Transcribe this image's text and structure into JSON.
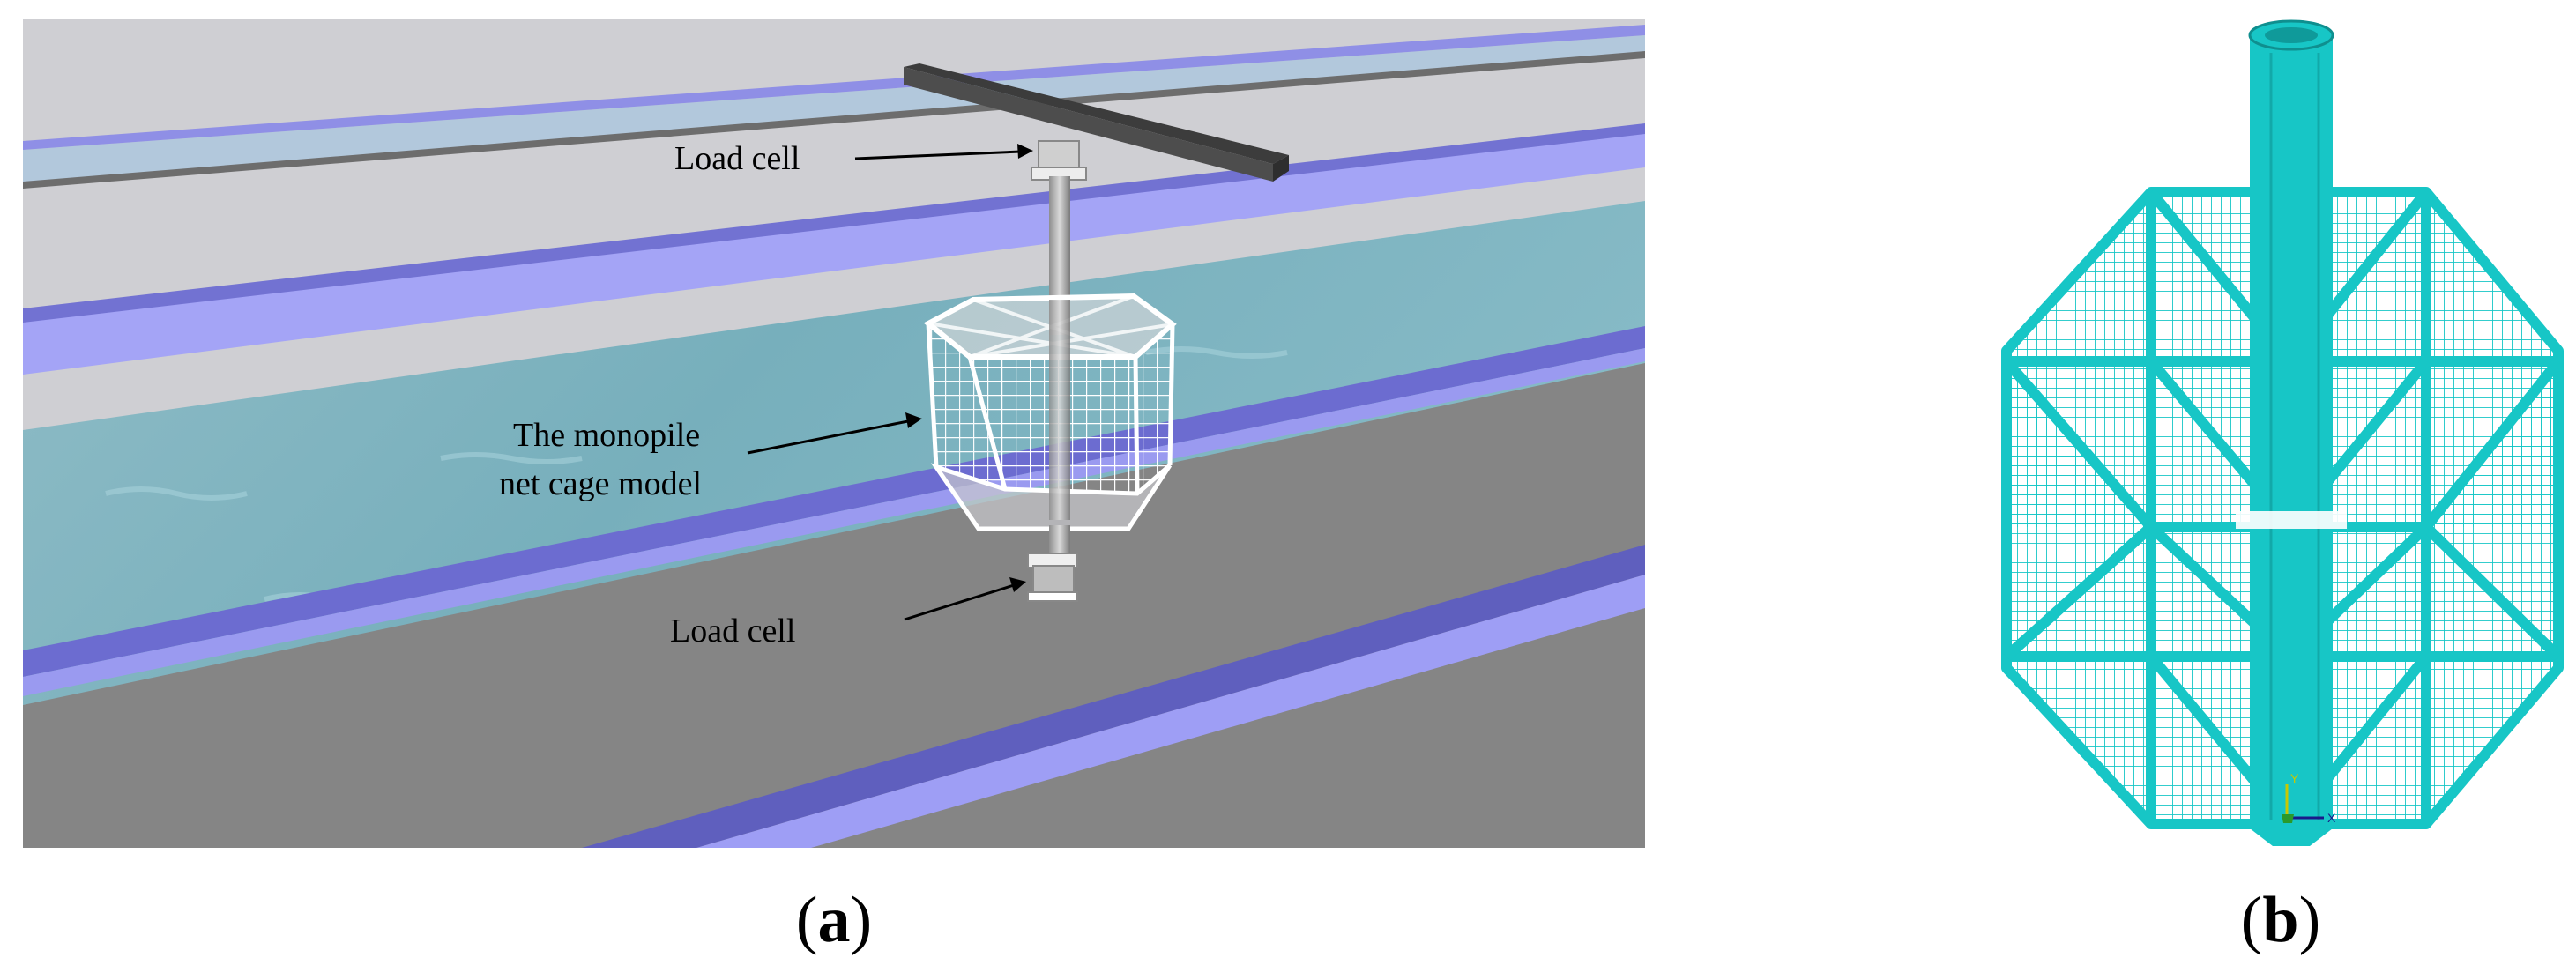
{
  "panel_a": {
    "label_open": "(",
    "label_letter": "a",
    "label_close": ")",
    "annotations": {
      "top_load_cell": "Load cell",
      "model_line1": "The monopile",
      "model_line2": "net cage model",
      "bottom_load_cell": "Load cell"
    }
  },
  "panel_b": {
    "label_open": "(",
    "label_letter": "b",
    "label_close": ")",
    "axis_y": "Y",
    "axis_x": "X"
  },
  "colors": {
    "flume_background": "#cfcfd3",
    "rail_blue": "#9e9ef5",
    "water": "#7fb4c0",
    "floor": "#858585",
    "frame": "#ffffff",
    "fe_mesh": "#17c6c6"
  }
}
